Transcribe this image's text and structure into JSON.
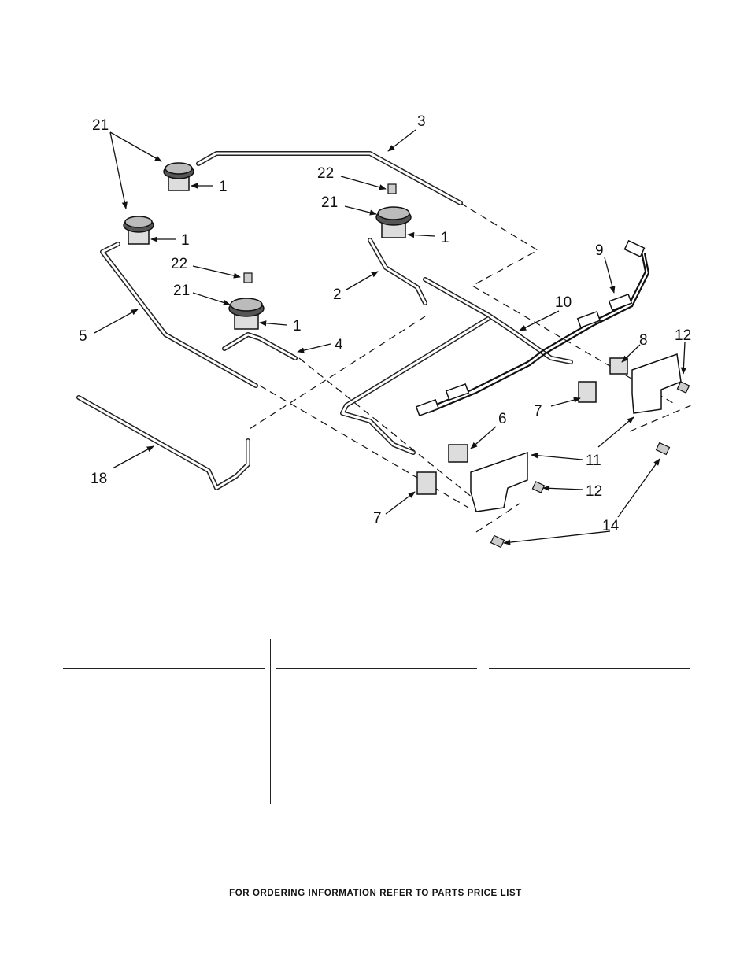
{
  "callouts": {
    "c1a": "1",
    "c1b": "1",
    "c1c": "1",
    "c1d": "1",
    "c2": "2",
    "c3": "3",
    "c4": "4",
    "c5": "5",
    "c6": "6",
    "c7a": "7",
    "c7b": "7",
    "c8": "8",
    "c9": "9",
    "c10": "10",
    "c11": "11",
    "c12a": "12",
    "c12b": "12",
    "c14": "14",
    "c18": "18",
    "c21a": "21",
    "c21b": "21",
    "c21c": "21",
    "c22a": "22",
    "c22b": "22"
  },
  "footer": {
    "text": "FOR ORDERING INFORMATION REFER TO PARTS PRICE LIST"
  }
}
